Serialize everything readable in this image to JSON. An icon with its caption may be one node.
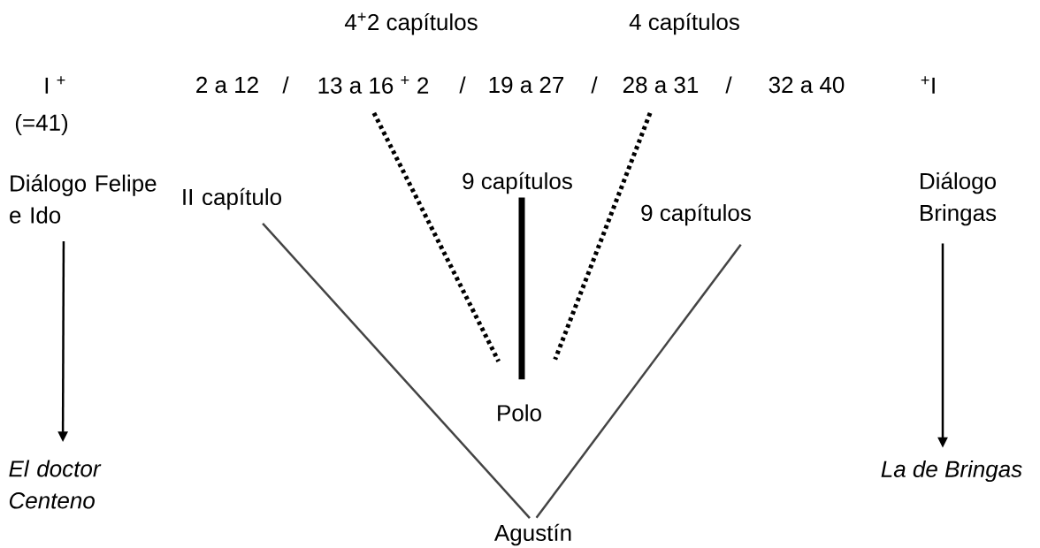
{
  "diagram": {
    "nodes": [
      {
        "text": [
          "13 a 16 $^{+}$ 2"
        ]
      },
      {
        "text": [
          "28 a 31"
        ]
      },
      {
        "text": [
          "Diálogo Felipe e Ido"
        ]
      },
      {
        "text": [
          "II capítulo"
        ]
      },
      {
        "text": [
          "9 capítulos"
        ]
      },
      {
        "text": [
          "9 capítulos"
        ]
      },
      {
        "text": [
          "Diálogo Bringas"
        ]
      },
      {
        "text": [
          "Polo"
        ]
      },
      {
        "text": [
          "El doctor Centeno"
        ]
      },
      {
        "text": [
          "La de Bringas"
        ]
      },
      {
        "text": [
          "Agustín"
        ]
      }
    ],
    "edges": [
      {
        "from": 2,
        "to": 8,
        "arrow": "to"
      },
      {
        "from": 6,
        "to": 9,
        "arrow": "to"
      },
      {
        "from": 3,
        "to": 10,
        "arrow": "none",
        "color": "#444444"
      },
      {
        "from": 5,
        "to": 10,
        "arrow": "none",
        "color": "#444444"
      },
      {
        "from": 4,
        "to": 7,
        "arrow": "none",
        "style": "thick"
      },
      {
        "from": 0,
        "to": 7,
        "arrow": "none",
        "style": "dashed"
      },
      {
        "from": 1,
        "to": 7,
        "arrow": "none",
        "style": "dashed"
      }
    ],
    "labels": [
      "4$^{+}$2 capítulos",
      "4 capítulos",
      "I   $^{+}$",
      "2 a 12",
      "/",
      "/",
      "19 a 27",
      "/",
      "/",
      "32 a 40",
      "$^{+}$I",
      "(=41)"
    ]
  }
}
